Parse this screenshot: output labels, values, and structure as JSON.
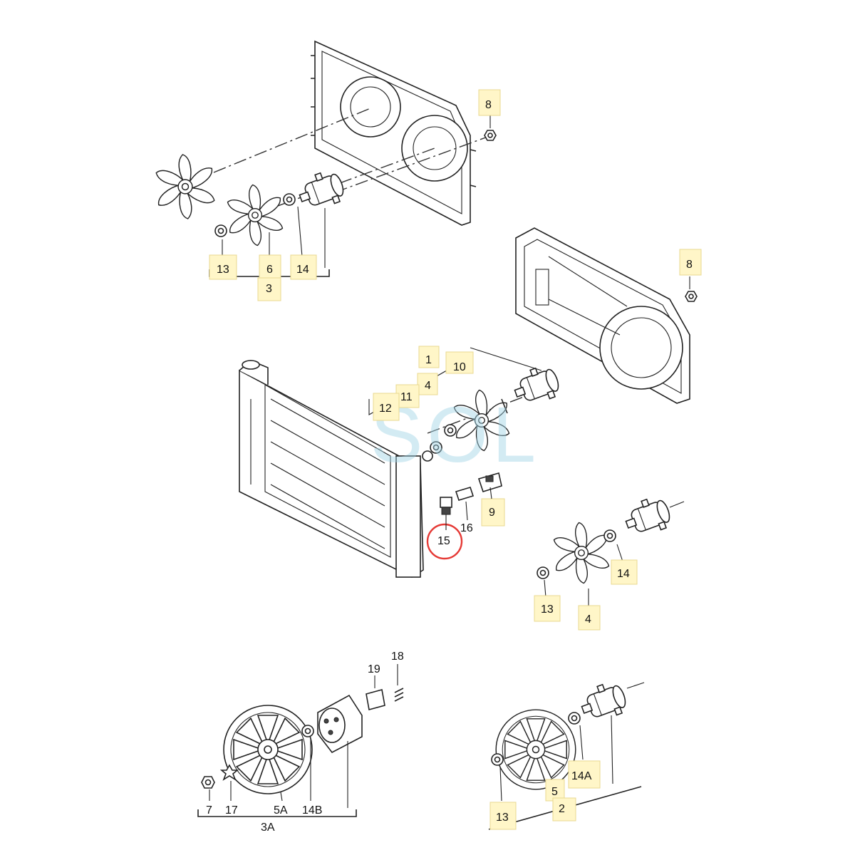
{
  "watermark": "SOL",
  "highlight_color": "#e53935",
  "labels": {
    "l8a": "8",
    "l13a": "13",
    "l6a": "6",
    "l14a": "14",
    "l3": "3",
    "l8b": "8",
    "l1": "1",
    "l10": "10",
    "l4a": "4",
    "l11": "11",
    "l12": "12",
    "l9": "9",
    "l16": "16",
    "l15": "15",
    "l14b": "14",
    "l13b": "13",
    "l4b": "4",
    "l18": "18",
    "l19": "19",
    "l7": "7",
    "l17": "17",
    "l5A": "5A",
    "l14B": "14B",
    "l3A": "3A",
    "l14A": "14A",
    "l5": "5",
    "l2": "2",
    "l13c": "13"
  }
}
